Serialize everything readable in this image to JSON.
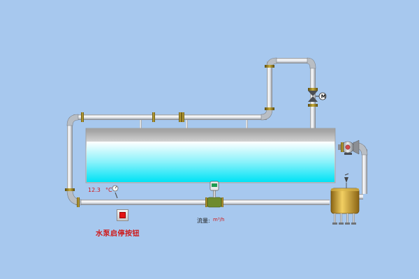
{
  "temperature": {
    "value": "12.3",
    "unit": "°C"
  },
  "flow": {
    "label": "流量:",
    "unit": "m³/h"
  },
  "pump_button": {
    "label": "水泵启停按钮",
    "state": "stopped",
    "indicator_color": "#e41414"
  },
  "tank": {
    "fill_level": 0.75,
    "water_color": "#00e4f6",
    "body_color": "#c8c8c8"
  },
  "colors": {
    "background": "#a7c8ee",
    "pipe": "#dfe3e8",
    "flange": "#a08a2a",
    "receiver": "#c89a2c"
  },
  "icons": [
    "thermometer-icon",
    "flowmeter-icon",
    "motor-valve-icon",
    "pump-icon",
    "pressure-gauge-icon"
  ]
}
